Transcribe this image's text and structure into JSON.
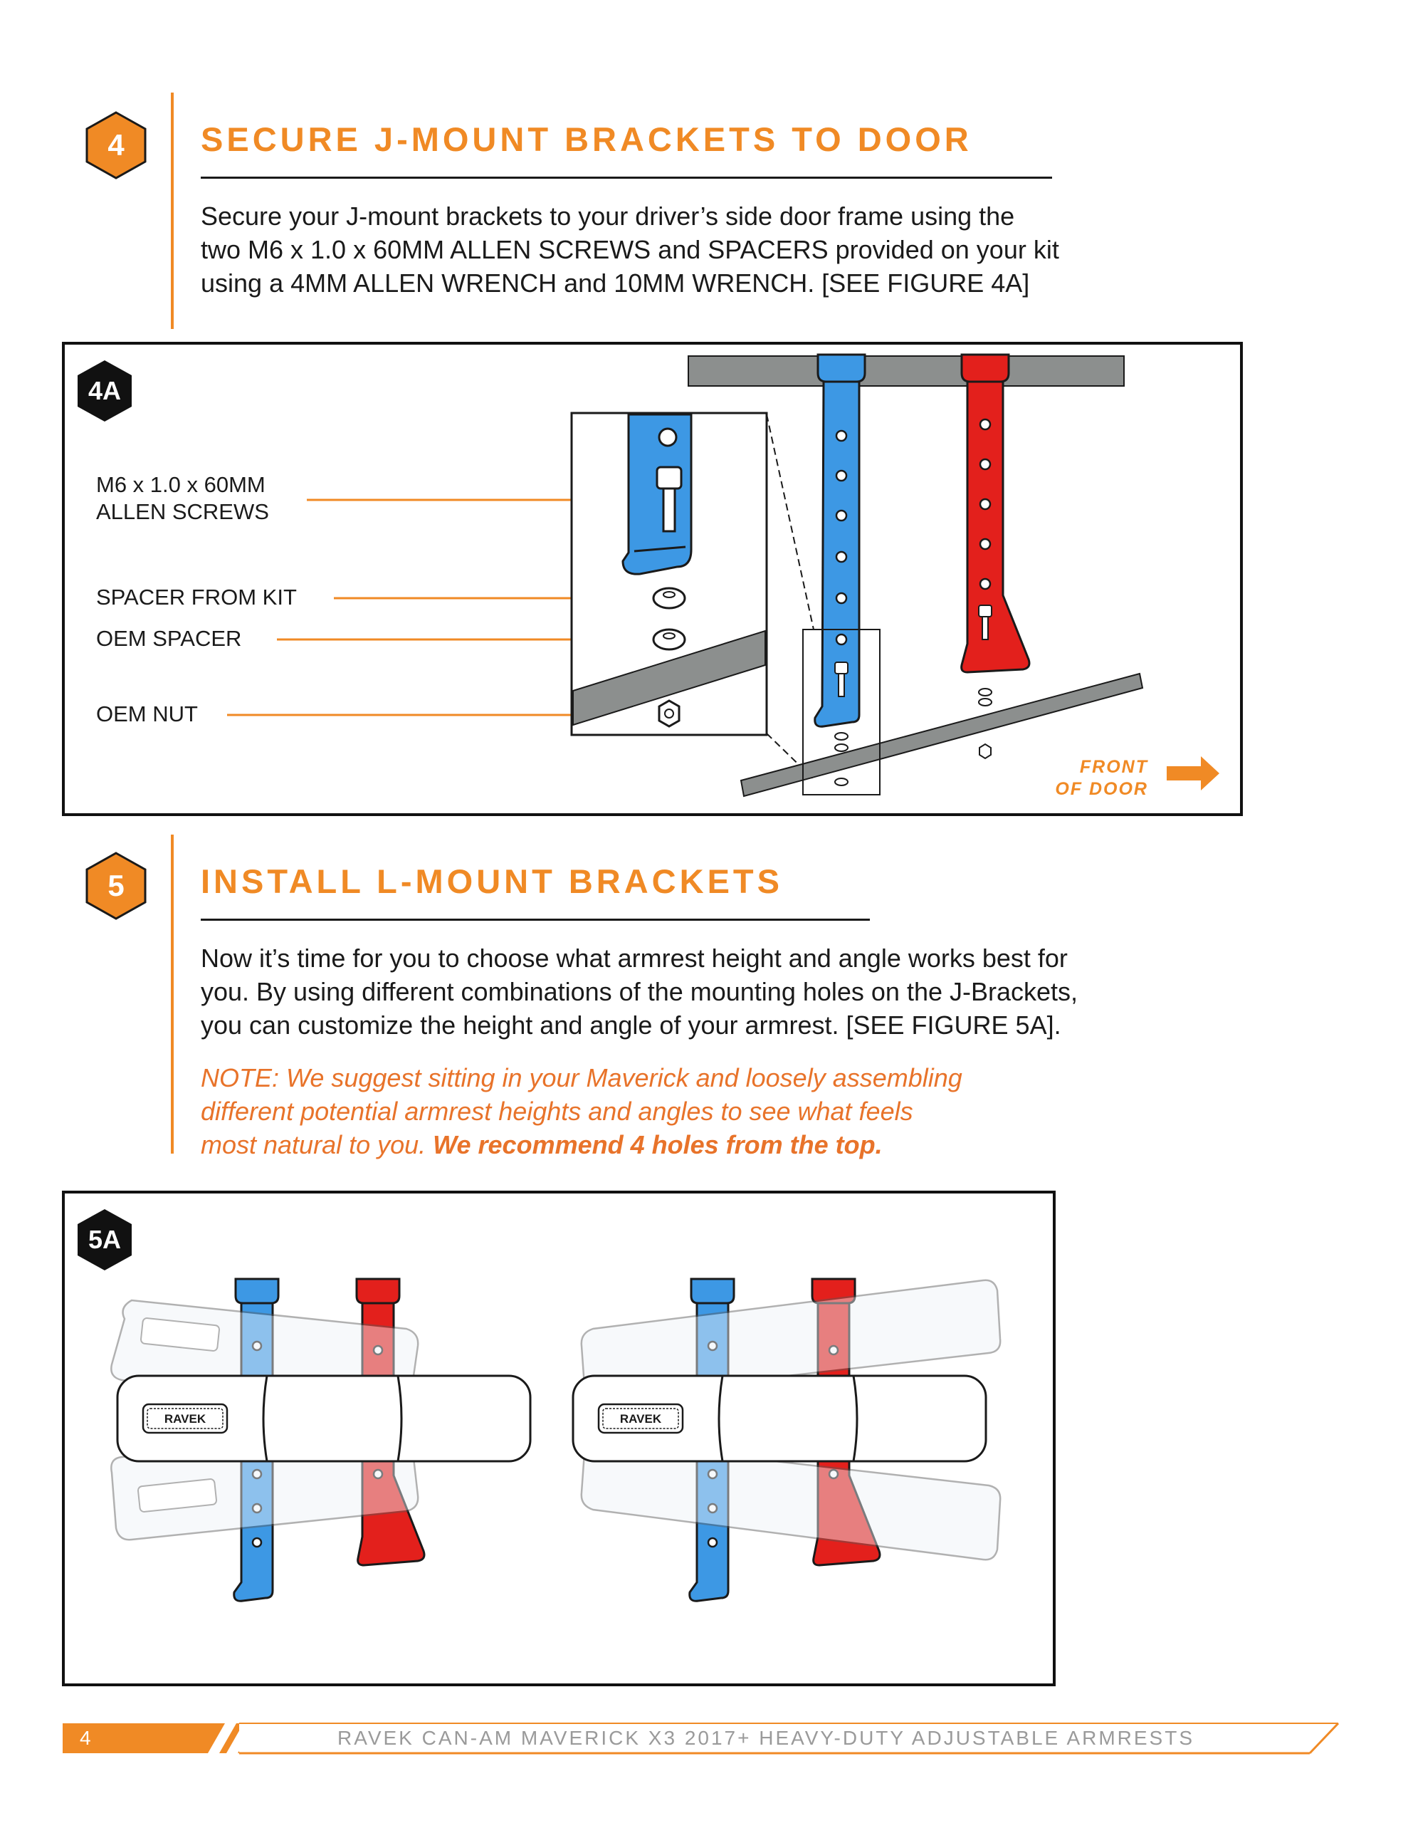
{
  "step4": {
    "number": "4",
    "title": "SECURE J-MOUNT BRACKETS TO DOOR",
    "body": [
      "Secure your J-mount brackets to your driver’s side door frame using the",
      "two M6 x 1.0 x 60MM  ALLEN SCREWS and SPACERS provided on your kit",
      "using a 4MM ALLEN WRENCH and 10MM WRENCH. [SEE FIGURE 4A]"
    ]
  },
  "figure4a": {
    "label": "4A",
    "callouts": {
      "screws_line1": "M6 x 1.0 x 60MM",
      "screws_line2": "ALLEN SCREWS",
      "spacer_kit": "SPACER FROM KIT",
      "oem_spacer": "OEM SPACER",
      "oem_nut": "OEM NUT"
    },
    "front_line1": "FRONT",
    "front_line2": "OF DOOR"
  },
  "step5": {
    "number": "5",
    "title": "INSTALL L-MOUNT BRACKETS",
    "body": [
      "Now it’s time for you to choose  what armrest  height  and angle works best for",
      "you. By using different combinations of the mounting holes on the J-Brackets,",
      "you can customize the height  and angle of your armrest. [SEE FIGURE 5A]."
    ],
    "note": [
      "NOTE: We suggest sitting in your Maverick and loosely assembling",
      "different potential armrest heights and angles  to see what  feels",
      "most natural to you. "
    ],
    "note_bold": "We recommend 4 holes from the top."
  },
  "figure5a": {
    "label": "5A",
    "logo": "RAVEK"
  },
  "footer": {
    "page": "4",
    "title": "RAVEK CAN-AM MAVERICK X3 2017+ HEAVY-DUTY ADJUSTABLE ARMRESTS"
  },
  "colors": {
    "accent": "#f08a25",
    "note": "#e8732a",
    "blue_bracket": "#3d98e4",
    "red_bracket": "#e3201c",
    "door_rail": "#8c8f8e"
  }
}
